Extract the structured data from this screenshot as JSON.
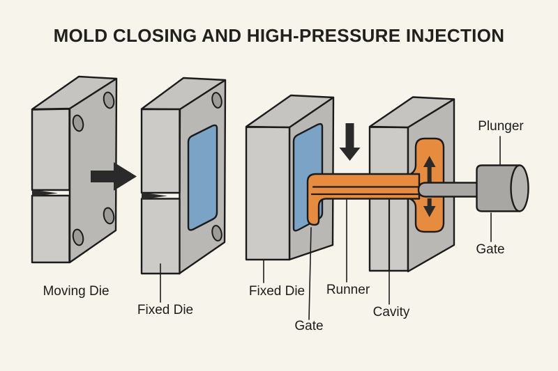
{
  "title": "MOLD CLOSING AND HIGH-PRESSURE INJECTION",
  "labels": {
    "moving_die": "Moving Die",
    "fixed_die_left": "Fixed Die",
    "fixed_die_right": "Fixed Die",
    "gate_left": "Gate",
    "runner": "Runner",
    "cavity": "Cavity",
    "plunger": "Plunger",
    "gate_right": "Gate"
  },
  "colors": {
    "background": "#f7f4ec",
    "die_face_light": "#cccbc7",
    "die_face_mid": "#b9b8b4",
    "die_face_top": "#c5c4c0",
    "hole_gray": "#9d9c98",
    "cavity_blue": "#7ba3c6",
    "molten_orange": "#e78c3e",
    "plunger_gray": "#a9a7a3",
    "plunger_end_gray": "#b6b4b0",
    "outline_black": "#1b1b1b",
    "arrow_black": "#2a2a2a"
  }
}
